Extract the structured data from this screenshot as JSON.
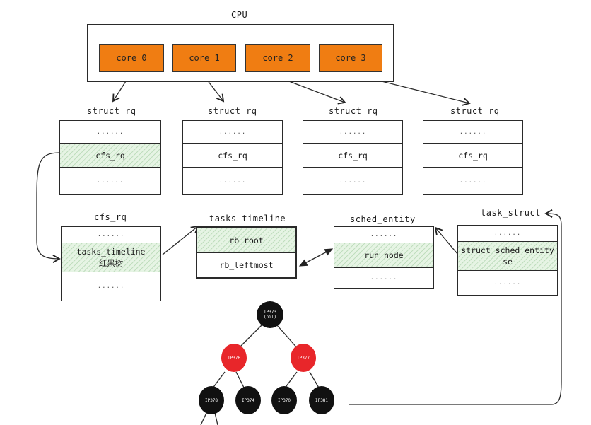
{
  "cpu": {
    "title": "CPU",
    "cores": [
      "core 0",
      "core 1",
      "core 2",
      "core 3"
    ]
  },
  "rq_structs": [
    {
      "title": "struct rq",
      "rows": [
        "......",
        "cfs_rq",
        "......"
      ]
    },
    {
      "title": "struct rq",
      "rows": [
        "......",
        "cfs_rq",
        "......"
      ]
    },
    {
      "title": "struct rq",
      "rows": [
        "......",
        "cfs_rq",
        "......"
      ]
    },
    {
      "title": "struct rq",
      "rows": [
        "......",
        "cfs_rq",
        "......"
      ]
    }
  ],
  "cfs_rq": {
    "title": "cfs_rq",
    "top": "......",
    "highlight_line1": "tasks_timeline",
    "highlight_line2": "红黑树",
    "bottom": "......"
  },
  "tasks_timeline": {
    "title": "tasks_timeline",
    "rows": [
      "rb_root",
      "rb_leftmost"
    ]
  },
  "sched_entity": {
    "title": "sched_entity",
    "top": "......",
    "middle": "run_node",
    "bottom": "......"
  },
  "task_struct": {
    "title": "task_struct",
    "top": "......",
    "middle_line1": "struct sched_entity",
    "middle_line2": "se",
    "bottom": "......"
  },
  "tree": {
    "root": {
      "l1": "IP373",
      "l2": "(nil)"
    },
    "nodes": [
      "IP376",
      "IP377",
      "IP378",
      "IP374",
      "IP370",
      "IP381"
    ]
  },
  "colors": {
    "core": "#f07d12",
    "highlight": "#e6f4e4",
    "red_node": "#e8262a",
    "black_node": "#111111"
  }
}
